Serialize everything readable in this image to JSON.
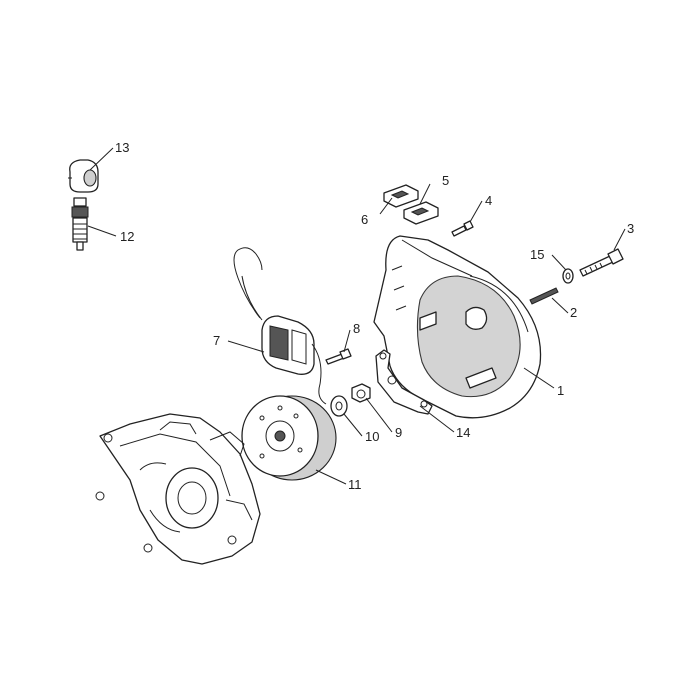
{
  "callouts": [
    {
      "id": "c1",
      "label": "1"
    },
    {
      "id": "c2",
      "label": "2"
    },
    {
      "id": "c3",
      "label": "3"
    },
    {
      "id": "c4",
      "label": "4"
    },
    {
      "id": "c5",
      "label": "5"
    },
    {
      "id": "c6",
      "label": "6"
    },
    {
      "id": "c7",
      "label": "7"
    },
    {
      "id": "c8",
      "label": "8"
    },
    {
      "id": "c9",
      "label": "9"
    },
    {
      "id": "c10",
      "label": "10"
    },
    {
      "id": "c11",
      "label": "11"
    },
    {
      "id": "c12",
      "label": "12"
    },
    {
      "id": "c13",
      "label": "13"
    },
    {
      "id": "c14",
      "label": "14"
    },
    {
      "id": "c15",
      "label": "15"
    }
  ],
  "colors": {
    "line": "#222222",
    "background": "#ffffff",
    "shade": "#cfcfcf"
  }
}
